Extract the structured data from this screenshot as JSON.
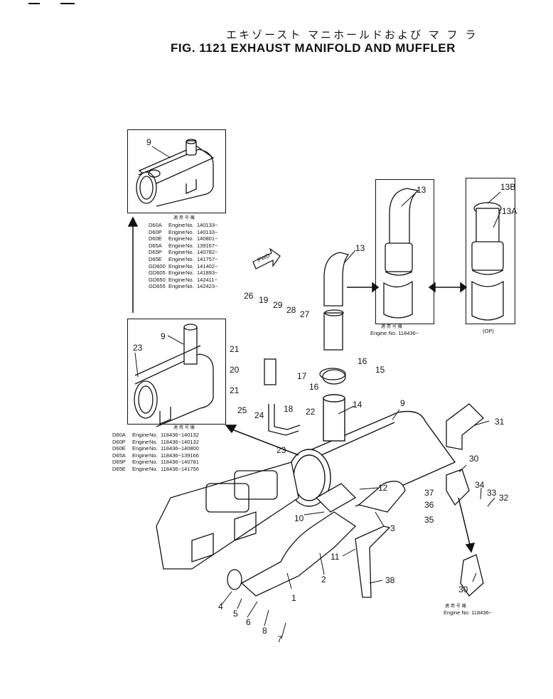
{
  "header": {
    "title_jp": "エキゾースト マニホールドおよび マ フ ラ",
    "title_en": "FIG. 1121  EXHAUST MANIFOLD AND MUFFLER"
  },
  "inset_top_left": {
    "part_label": "9",
    "note_jp": "適 用 号 機",
    "engines": [
      {
        "model": "D60A",
        "label": "Engine",
        "no": "No.",
        "range": "140133~"
      },
      {
        "model": "D60P",
        "label": "Engine",
        "no": "No.",
        "range": "140133~"
      },
      {
        "model": "D60E",
        "label": "Engine",
        "no": "No.",
        "range": "140801~"
      },
      {
        "model": "D65A",
        "label": "Engine",
        "no": "No.",
        "range": "139167~"
      },
      {
        "model": "D65P",
        "label": "Engine",
        "no": "No.",
        "range": "140782~"
      },
      {
        "model": "D65E",
        "label": "Engine",
        "no": "No.",
        "range": "141757~"
      },
      {
        "model": "GD600",
        "label": "Engine",
        "no": "No.",
        "range": "141402~"
      },
      {
        "model": "GD605",
        "label": "Engine",
        "no": "No.",
        "range": "141893~"
      },
      {
        "model": "GD650",
        "label": "Engine",
        "no": "No.",
        "range": "142411~"
      },
      {
        "model": "GD655",
        "label": "Engine",
        "no": "No.",
        "range": "142423~"
      }
    ]
  },
  "inset_mid_left": {
    "part_labels": [
      "9",
      "23"
    ],
    "note_jp": "適 用 号 機",
    "engines": [
      {
        "model": "D60A",
        "label": "Engine",
        "no": "No.",
        "range": "118436~140132"
      },
      {
        "model": "D60P",
        "label": "Engine",
        "no": "No.",
        "range": "118436~140132"
      },
      {
        "model": "D60E",
        "label": "Engine",
        "no": "No.",
        "range": "118436~140800"
      },
      {
        "model": "D65A",
        "label": "Engine",
        "no": "No.",
        "range": "118436~139166"
      },
      {
        "model": "D65P",
        "label": "Engine",
        "no": "No.",
        "range": "118436~140781"
      },
      {
        "model": "D65E",
        "label": "Engine",
        "no": "No.",
        "range": "118436~141756"
      }
    ]
  },
  "inset_right_1": {
    "part_label": "13",
    "note_jp": "適 用 号 機",
    "engine_note": "Engine  No.  118436~"
  },
  "inset_right_2": {
    "part_labels": [
      "13B",
      "13A"
    ],
    "op_note": "(OP)"
  },
  "inset_bottom_right": {
    "part_label": "30",
    "note_jp": "適 用 号 機",
    "engine_note": "Engine  No.  118436~"
  },
  "fwd_label": "FWD",
  "callouts": [
    "1",
    "2",
    "3",
    "4",
    "5",
    "6",
    "7",
    "8",
    "9",
    "10",
    "11",
    "12",
    "13",
    "14",
    "15",
    "16",
    "16",
    "17",
    "18",
    "19",
    "20",
    "21",
    "21",
    "22",
    "23",
    "24",
    "25",
    "26",
    "27",
    "28",
    "29",
    "30",
    "31",
    "32",
    "33",
    "34",
    "35",
    "36",
    "37",
    "38"
  ]
}
